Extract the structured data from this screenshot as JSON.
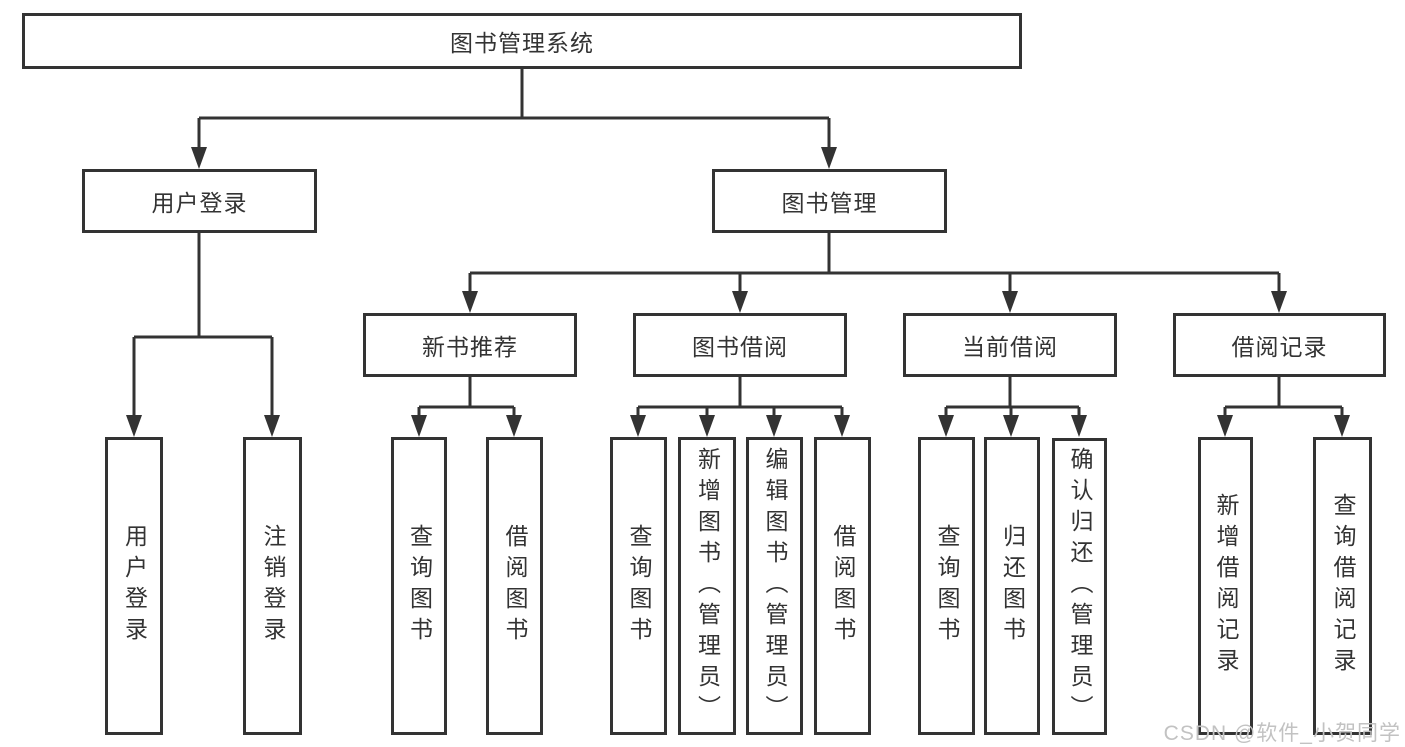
{
  "colors": {
    "line": "#333333",
    "text": "#333333",
    "box_background": "#ffffff",
    "watermark": "#c2c2c2",
    "background": "#ffffff"
  },
  "diagram": {
    "root": {
      "label": "图书管理系统"
    },
    "level2": [
      {
        "label": "用户登录"
      },
      {
        "label": "图书管理"
      }
    ],
    "level3": [
      {
        "parent": "图书管理",
        "label": "新书推荐"
      },
      {
        "parent": "图书管理",
        "label": "图书借阅"
      },
      {
        "parent": "图书管理",
        "label": "当前借阅"
      },
      {
        "parent": "图书管理",
        "label": "借阅记录"
      }
    ],
    "leaves": [
      {
        "parent": "用户登录",
        "label": "用户登录"
      },
      {
        "parent": "用户登录",
        "label": "注销登录"
      },
      {
        "parent": "新书推荐",
        "label": "查询图书"
      },
      {
        "parent": "新书推荐",
        "label": "借阅图书"
      },
      {
        "parent": "图书借阅",
        "label": "查询图书"
      },
      {
        "parent": "图书借阅",
        "label": "新增图书（管理员）"
      },
      {
        "parent": "图书借阅",
        "label": "编辑图书（管理员）"
      },
      {
        "parent": "图书借阅",
        "label": "借阅图书"
      },
      {
        "parent": "当前借阅",
        "label": "查询图书"
      },
      {
        "parent": "当前借阅",
        "label": "归还图书"
      },
      {
        "parent": "当前借阅",
        "label": "确认归还（管理员）"
      },
      {
        "parent": "借阅记录",
        "label": "新增借阅记录"
      },
      {
        "parent": "借阅记录",
        "label": "查询借阅记录"
      }
    ],
    "watermark": "CSDN @软件_小贺同学"
  }
}
